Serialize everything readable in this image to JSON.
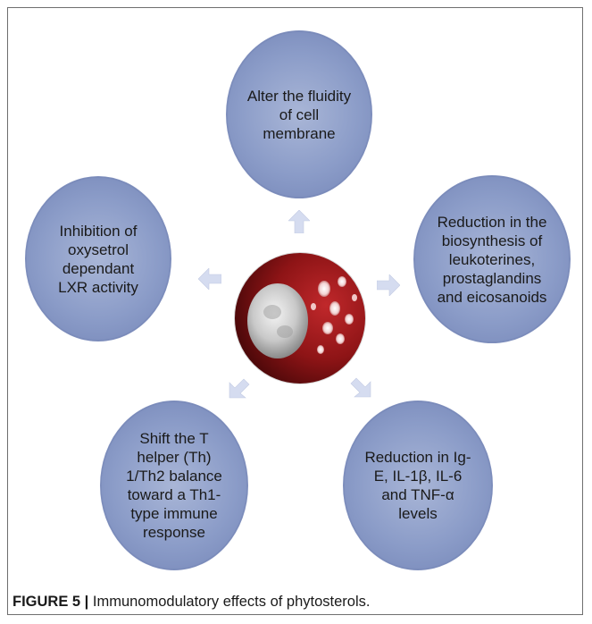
{
  "figure": {
    "caption_label": "FIGURE 5 |",
    "caption_text": " Immunomodulatory effects of phytosterols.",
    "nodes": {
      "top": "Alter the fluidity of cell membrane",
      "left": "Inhibition of oxysetrol dependant LXR activity",
      "right": "Reduction in the biosynthesis of leukoterines, prostaglandins and eicosanoids",
      "bottom_left": "Shift the T helper (Th) 1/Th2 balance toward a Th1-type immune response",
      "bottom_right": "Reduction in Ig-E, IL-1β, IL-6 and TNF-α levels"
    },
    "colors": {
      "node_fill": "#8b9cc8",
      "arrow_fill": "#d5dcf0",
      "center_background": "#8e1416"
    },
    "center_image": "blood-cells-illustration"
  }
}
